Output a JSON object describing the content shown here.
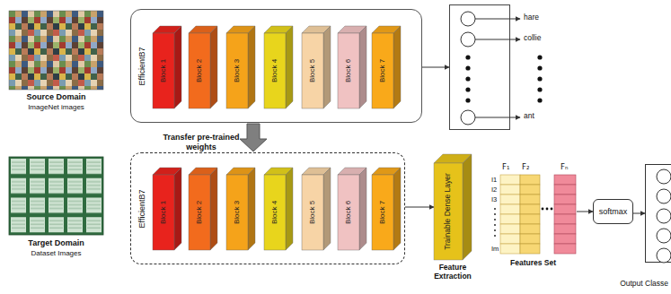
{
  "diagram": {
    "nodes": [
      {
        "text": [
          "EfficientB7"
        ]
      },
      {
        "text": [
          "Block 1"
        ],
        "in": 0
      },
      {
        "text": [
          "Block 2"
        ],
        "in": 0
      },
      {
        "text": [
          "Block 3"
        ],
        "in": 0
      },
      {
        "text": [
          "Block 4"
        ],
        "in": 0
      },
      {
        "text": [
          "Block 5"
        ],
        "in": 0
      },
      {
        "text": [
          "Block 6"
        ],
        "in": 0
      },
      {
        "text": [
          "Block 7"
        ],
        "in": 0
      },
      {
        "text": [
          "hare",
          "collie",
          "ant"
        ]
      },
      {
        "text": [
          "EfficientB7"
        ]
      },
      {
        "text": [
          "Block 1"
        ],
        "in": 9
      },
      {
        "text": [
          "Block 2"
        ],
        "in": 9
      },
      {
        "text": [
          "Block 3"
        ],
        "in": 9
      },
      {
        "text": [
          "Block 4"
        ],
        "in": 9
      },
      {
        "text": [
          "Block 5"
        ],
        "in": 9
      },
      {
        "text": [
          "Block 6"
        ],
        "in": 9
      },
      {
        "text": [
          "Block 7"
        ],
        "in": 9
      },
      {
        "text": [
          "Trainable Dense Layer",
          "Feature Extraction"
        ]
      },
      {
        "text": [
          "Features Set"
        ]
      },
      {
        "text": [
          "softmax"
        ]
      },
      {
        "text": [
          "Output Classe"
        ]
      }
    ],
    "edges": [
      {
        "from": 0,
        "to": 8,
        "arrow": "to"
      },
      {
        "from": 0,
        "to": 9,
        "arrow": "to",
        "label": "Transfer pre-trained weights"
      },
      {
        "from": 9,
        "to": 17,
        "arrow": "to"
      },
      {
        "from": 18,
        "to": 19,
        "arrow": "to"
      },
      {
        "from": 19,
        "to": 20,
        "arrow": "to"
      }
    ],
    "labels": [
      "Source Domain",
      "ImageNet images",
      "Target Domain",
      "Dataset Images",
      "F₁",
      "F₂",
      "Fₙ",
      "I1",
      "I2",
      "I3",
      "Im"
    ]
  }
}
